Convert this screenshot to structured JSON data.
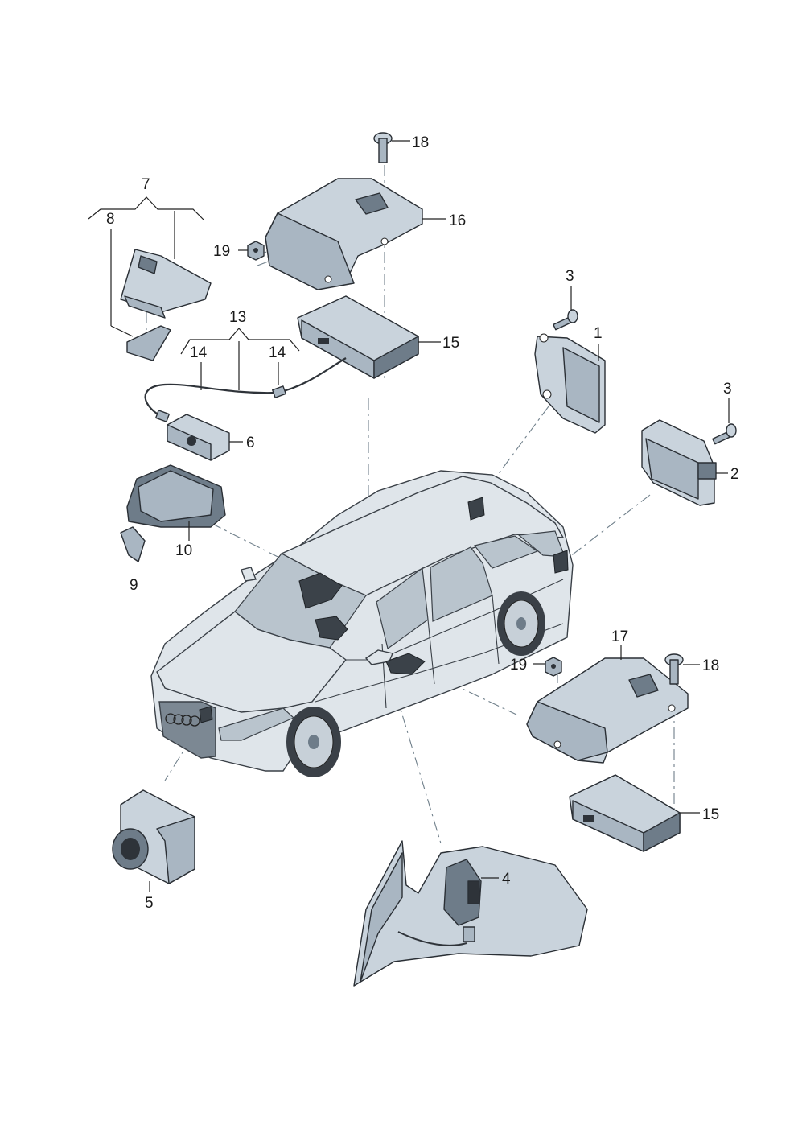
{
  "diagram": {
    "callouts": [
      "1",
      "2",
      "3",
      "3",
      "4",
      "5",
      "6",
      "7",
      "8",
      "9",
      "10",
      "13",
      "14",
      "14",
      "15",
      "15",
      "16",
      "17",
      "18",
      "18",
      "19",
      "19"
    ]
  }
}
